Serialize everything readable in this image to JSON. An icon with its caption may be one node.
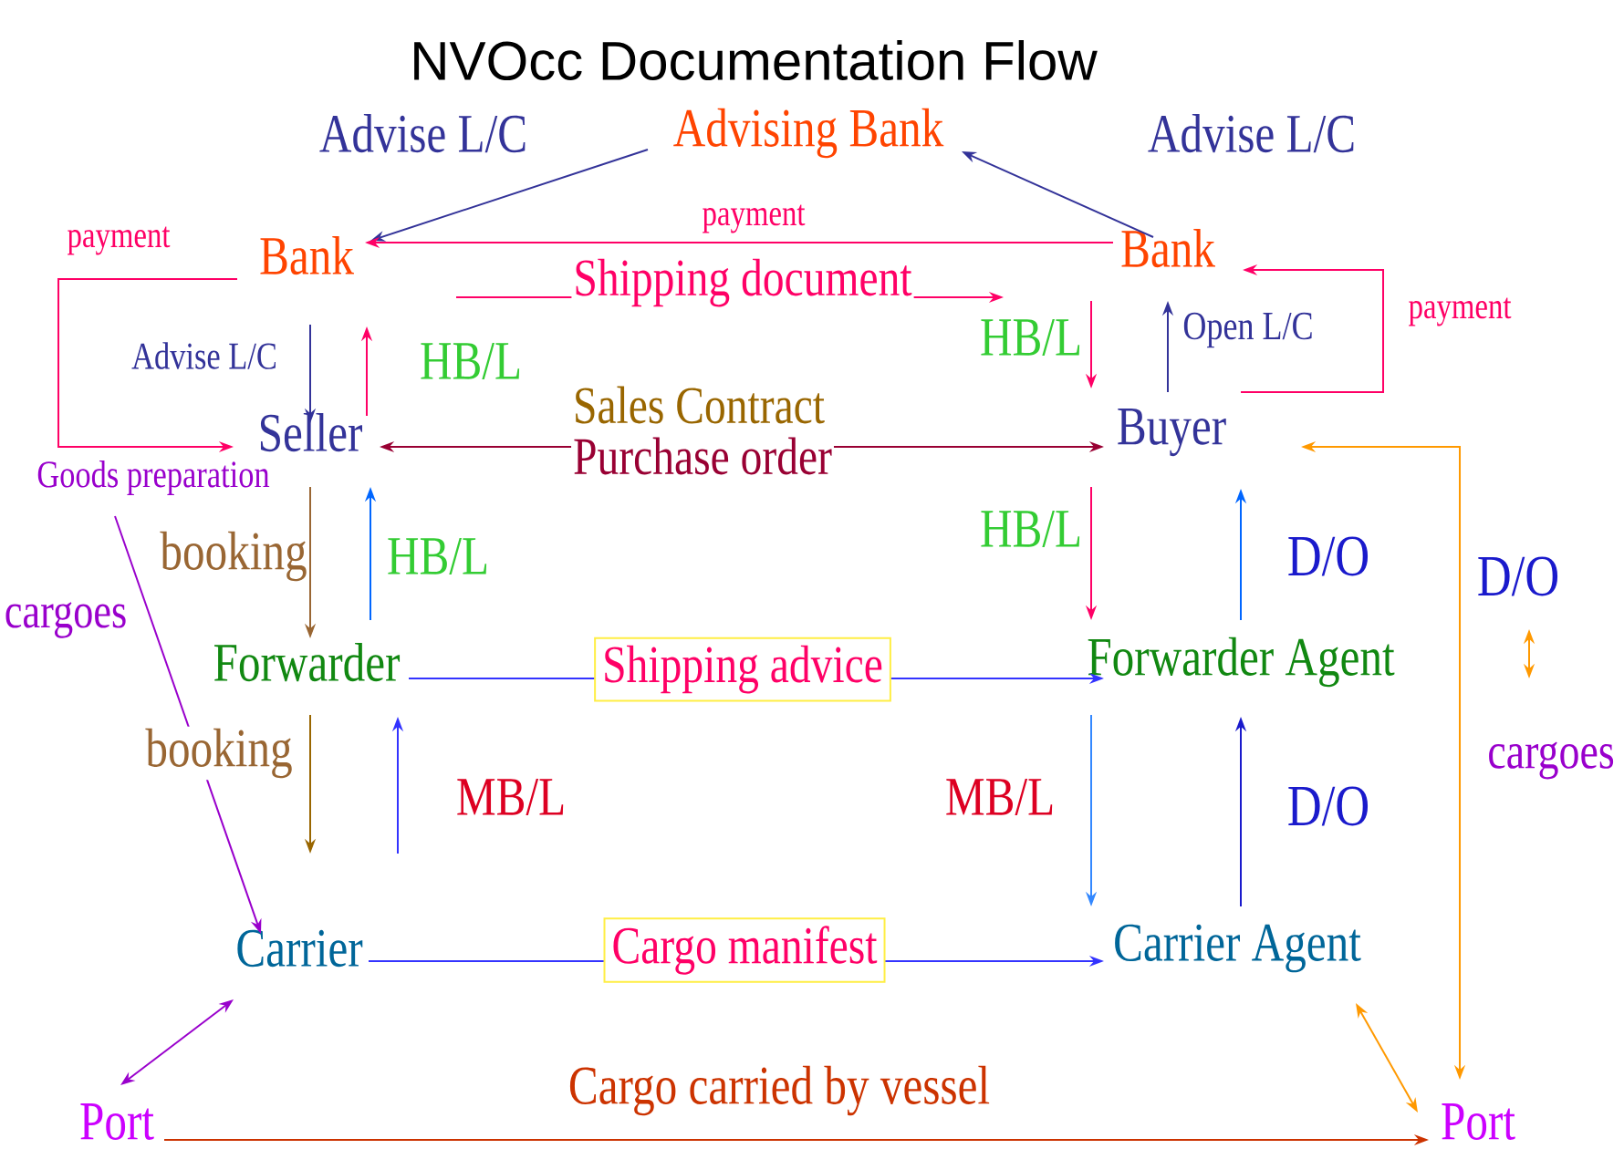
{
  "diagram": {
    "title": "NVOcc Documentation Flow",
    "nodes": [
      {
        "text": [
          "Advising Bank"
        ]
      },
      {
        "text": [
          "Bank"
        ]
      },
      {
        "text": [
          "Bank"
        ]
      },
      {
        "text": [
          "Seller"
        ]
      },
      {
        "text": [
          "Buyer"
        ]
      },
      {
        "text": [
          "Forwarder"
        ]
      },
      {
        "text": [
          "Forwarder Agent"
        ]
      },
      {
        "text": [
          "Carrier"
        ]
      },
      {
        "text": [
          "Carrier Agent"
        ]
      },
      {
        "text": [
          "Port"
        ]
      },
      {
        "text": [
          "Port"
        ]
      },
      {
        "text": [
          "Goods preparation"
        ]
      }
    ],
    "edges": [
      {
        "from": 0,
        "to": 1,
        "arrow": "to",
        "label": "Advise L/C",
        "color": "#333399"
      },
      {
        "from": 2,
        "to": 0,
        "arrow": "to",
        "label": "Advise L/C",
        "color": "#333399"
      },
      {
        "from": 2,
        "to": 1,
        "arrow": "to",
        "label": "payment",
        "color": "#ff0066"
      },
      {
        "from": 1,
        "to": 2,
        "arrow": "to",
        "label": "Shipping document",
        "color": "#ff0066"
      },
      {
        "from": 3,
        "to": 1,
        "arrow": "to",
        "label": "HB/L",
        "color": "#ff0066"
      },
      {
        "from": 1,
        "to": 3,
        "arrow": "to",
        "label": "Advise L/C",
        "color": "#333399"
      },
      {
        "from": 1,
        "to": 3,
        "arrow": "to",
        "label": "payment",
        "color": "#ff0066"
      },
      {
        "from": 3,
        "to": 4,
        "arrow": "both",
        "label": "Purchase order",
        "color": "#990033"
      },
      {
        "from": 2,
        "to": 4,
        "arrow": "to",
        "label": "HB/L",
        "color": "#ff0066"
      },
      {
        "from": 4,
        "to": 2,
        "arrow": "to",
        "label": "Open L/C",
        "color": "#333399"
      },
      {
        "from": 4,
        "to": 2,
        "arrow": "to",
        "label": "payment",
        "color": "#ff0066"
      },
      {
        "from": 4,
        "to": 6,
        "arrow": "to",
        "label": "HB/L",
        "color": "#ff0066"
      },
      {
        "from": 6,
        "to": 4,
        "arrow": "to",
        "label": "D/O",
        "color": "#0066ff"
      },
      {
        "from": 3,
        "to": 5,
        "arrow": "to",
        "label": "booking",
        "color": "#996633"
      },
      {
        "from": 5,
        "to": 3,
        "arrow": "to",
        "label": "HB/L",
        "color": "#0066ff"
      },
      {
        "from": 5,
        "to": 7,
        "arrow": "to",
        "label": "booking",
        "color": "#996600"
      },
      {
        "from": 7,
        "to": 5,
        "arrow": "to",
        "label": "MB/L",
        "color": "#3333ff"
      },
      {
        "from": 5,
        "to": 6,
        "arrow": "to",
        "label": "Shipping advice",
        "color": "#3333ff"
      },
      {
        "from": 6,
        "to": 8,
        "arrow": "to",
        "label": "MB/L",
        "color": "#3388ff"
      },
      {
        "from": 8,
        "to": 6,
        "arrow": "to",
        "label": "D/O",
        "color": "#1a1acc"
      },
      {
        "from": 7,
        "to": 8,
        "arrow": "to",
        "label": "Cargo manifest",
        "color": "#3333ff"
      },
      {
        "from": 11,
        "to": 7,
        "arrow": "to",
        "label": "cargoes",
        "color": "#9900cc"
      },
      {
        "from": 7,
        "to": 9,
        "arrow": "both",
        "color": "#9900cc"
      },
      {
        "from": 8,
        "to": 10,
        "arrow": "both",
        "color": "#ff9900"
      },
      {
        "from": 4,
        "to": 10,
        "arrow": "both",
        "color": "#ff9900"
      },
      {
        "from": 9,
        "to": 10,
        "arrow": "to",
        "label": "Cargo carried by vessel",
        "color": "#cc3300"
      }
    ],
    "labels": [
      "Sales Contract",
      "D/O",
      "cargoes"
    ]
  }
}
